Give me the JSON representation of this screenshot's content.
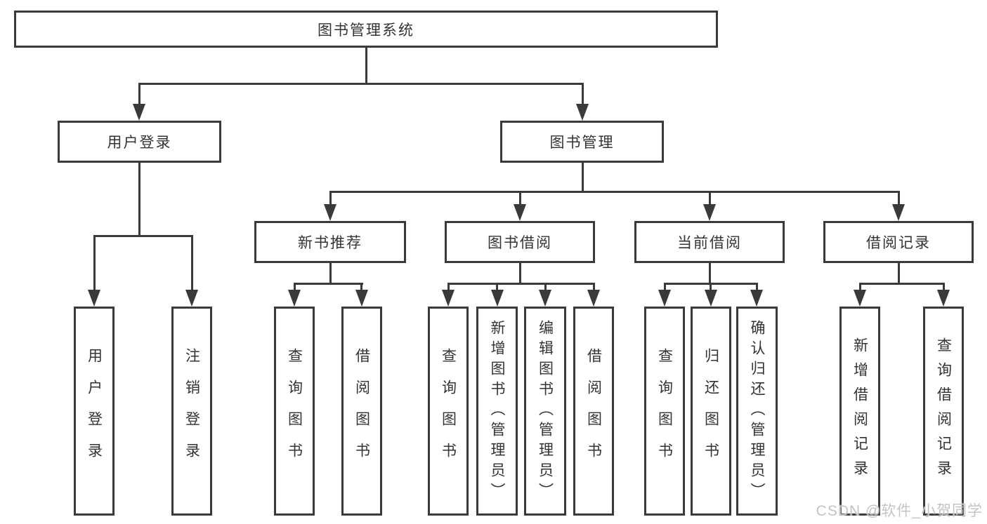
{
  "tree": {
    "root": {
      "label": "图书管理系统"
    },
    "children": [
      {
        "label": "用户登录",
        "children": [
          {
            "label": "用户登录"
          },
          {
            "label": "注销登录"
          }
        ]
      },
      {
        "label": "图书管理",
        "children": [
          {
            "label": "新书推荐",
            "children": [
              {
                "label": "查询图书"
              },
              {
                "label": "借阅图书"
              }
            ]
          },
          {
            "label": "图书借阅",
            "children": [
              {
                "label": "查询图书"
              },
              {
                "label": "新增图书（管理员）"
              },
              {
                "label": "编辑图书（管理员）"
              },
              {
                "label": "借阅图书"
              }
            ]
          },
          {
            "label": "当前借阅",
            "children": [
              {
                "label": "查询图书"
              },
              {
                "label": "归还图书"
              },
              {
                "label": "确认归还（管理员）"
              }
            ]
          },
          {
            "label": "借阅记录",
            "children": [
              {
                "label": "新增借阅记录"
              },
              {
                "label": "查询借阅记录"
              }
            ]
          }
        ]
      }
    ]
  },
  "watermark": {
    "text": "CSDN @软件_小贺同学"
  },
  "colors": {
    "line": "#3a3a3a",
    "box_border": "#3a3a3a",
    "text": "#333333",
    "watermark": "#c4c4c4",
    "background": "#ffffff"
  }
}
